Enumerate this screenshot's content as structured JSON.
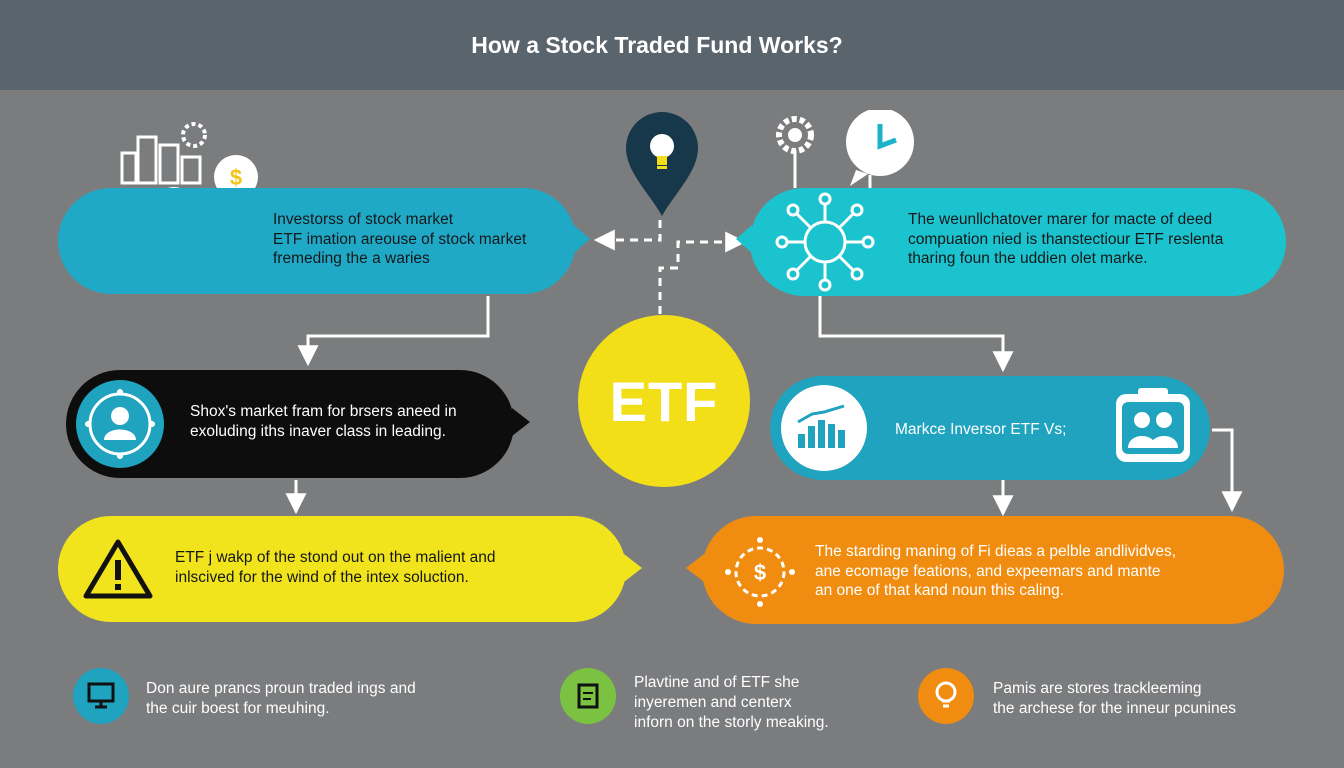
{
  "title": "How a Stock Traded Fund Works?",
  "center": {
    "label": "ETF"
  },
  "colors": {
    "background": "#7b7c7e",
    "header": "#5a646d",
    "teal": "#20a9c7",
    "cyan": "#1bc3ce",
    "black": "#0d0d0e",
    "yellow": "#f2e41c",
    "orange": "#f08c10",
    "etf": "#f2df18"
  },
  "boxes": {
    "top_left": {
      "lines": [
        "Investorss of stock market",
        "ETF imation areouse of stock market",
        "fremeding the a waries"
      ]
    },
    "top_right": {
      "lines": [
        "The weunllchatover marer for macte of deed",
        "compuation nied is thanstectiour ETF reslenta",
        "tharing foun the uddien olet marke."
      ]
    },
    "mid_left": {
      "lines": [
        "Shox's market fram for brsers aneed in",
        "exoluding iths inaver class in leading."
      ]
    },
    "mid_right": {
      "lines": [
        "Markce Inversor ETF Vs;"
      ]
    },
    "bottom_left": {
      "lines": [
        "ETF j wakp of the stond out on the malient and",
        "inlscived for the wind of the intex soluction."
      ]
    },
    "bottom_right": {
      "lines": [
        "The starding maning of Fi dieas a pelble andlividves,",
        "ane ecomage feations, and expeemars and mante",
        "an one of that kand noun this caling."
      ]
    }
  },
  "footer": [
    {
      "icon": "monitor-icon",
      "lines": [
        "Don aure prancs proun traded ings and",
        "the cuir boest for meuhing."
      ]
    },
    {
      "icon": "document-icon",
      "lines": [
        "Plavtine and of ETF she",
        "inyeremen and centerx",
        "inforn on the storly meaking."
      ]
    },
    {
      "icon": "lightbulb-icon",
      "lines": [
        "Pamis are stores trackleeming",
        "the archese for the inneur pcunines"
      ]
    }
  ]
}
